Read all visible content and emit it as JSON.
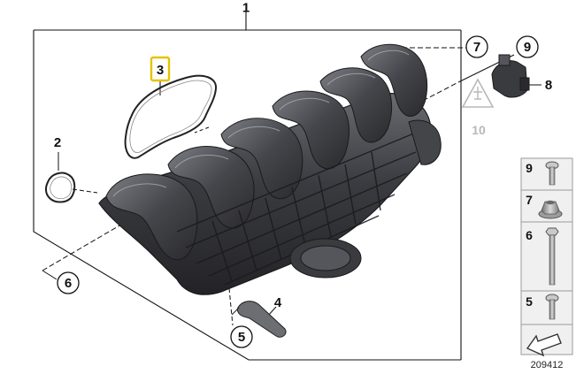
{
  "diagram": {
    "number": "209412",
    "callouts": {
      "c1": "1",
      "c2": "2",
      "c3": "3",
      "c4": "4",
      "c5": "5",
      "c6": "6",
      "c7": "7",
      "c8": "8",
      "c9": "9",
      "c10": "10"
    },
    "highlighted_callout": "3",
    "legend": [
      "9",
      "7",
      "6",
      "5"
    ],
    "colors": {
      "part_dark": "#2f2f33",
      "part_mid": "#55565b",
      "part_light": "#8a8b90",
      "highlight": "#e8c200",
      "legend_bg": "#f0f0f0",
      "legend_border": "#9a9a9a"
    }
  }
}
